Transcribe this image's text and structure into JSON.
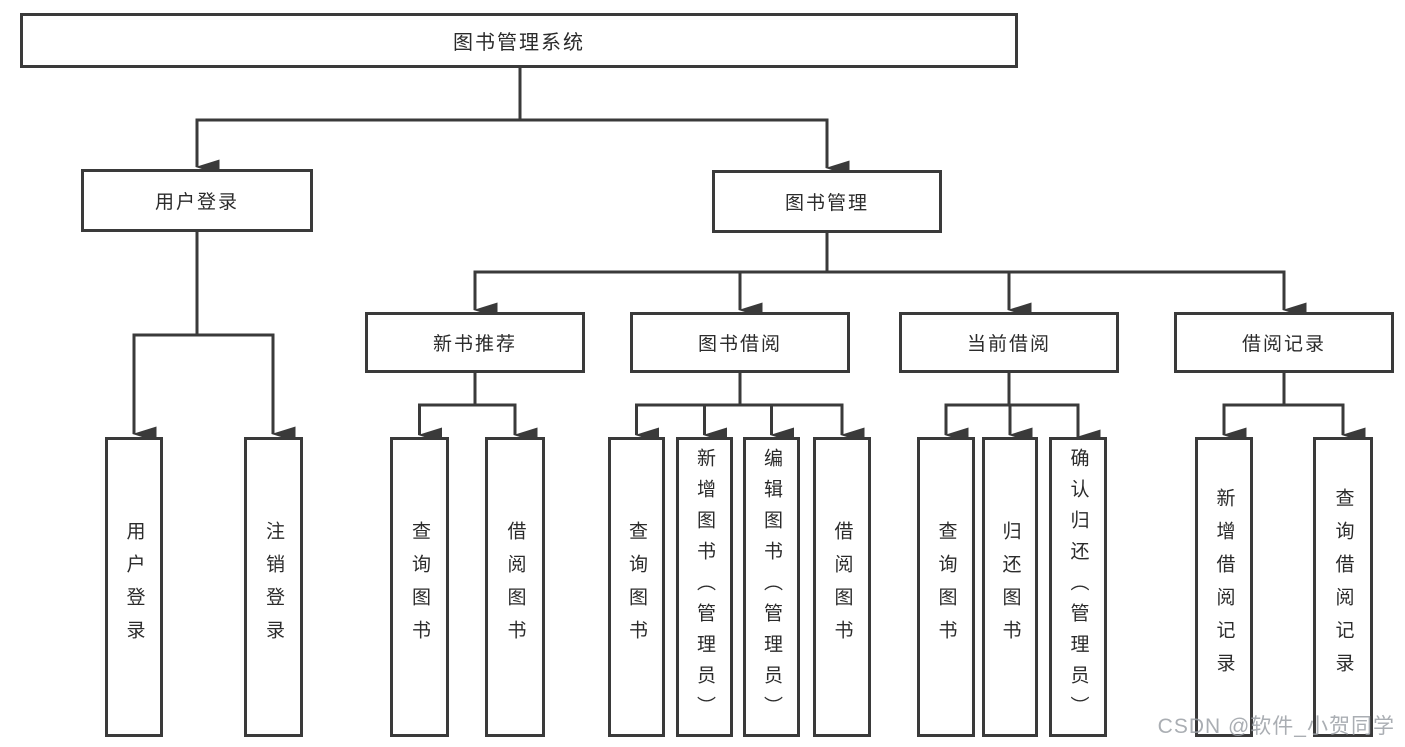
{
  "diagram": {
    "type": "function-structure-tree",
    "tree": {
      "label": "图书管理系统",
      "children": [
        {
          "label": "用户登录",
          "children": [
            {
              "label": "用户登录"
            },
            {
              "label": "注销登录"
            }
          ]
        },
        {
          "label": "图书管理",
          "children": [
            {
              "label": "新书推荐",
              "children": [
                {
                  "label": "查询图书"
                },
                {
                  "label": "借阅图书"
                }
              ]
            },
            {
              "label": "图书借阅",
              "children": [
                {
                  "label": "查询图书"
                },
                {
                  "label": "新增图书（管理员）"
                },
                {
                  "label": "编辑图书（管理员）"
                },
                {
                  "label": "借阅图书"
                }
              ]
            },
            {
              "label": "当前借阅",
              "children": [
                {
                  "label": "查询图书"
                },
                {
                  "label": "归还图书"
                },
                {
                  "label": "确认归还（管理员）"
                }
              ]
            },
            {
              "label": "借阅记录",
              "children": [
                {
                  "label": "新增借阅记录"
                },
                {
                  "label": "查询借阅记录"
                }
              ]
            }
          ]
        }
      ]
    },
    "colors": {
      "line": "#3a3a3a",
      "box_border": "#3a3a3a",
      "text": "#2b2b2b",
      "background": "#ffffff",
      "watermark": "#9ba0a6"
    }
  },
  "watermark": {
    "text": "CSDN @软件_小贺同学"
  }
}
